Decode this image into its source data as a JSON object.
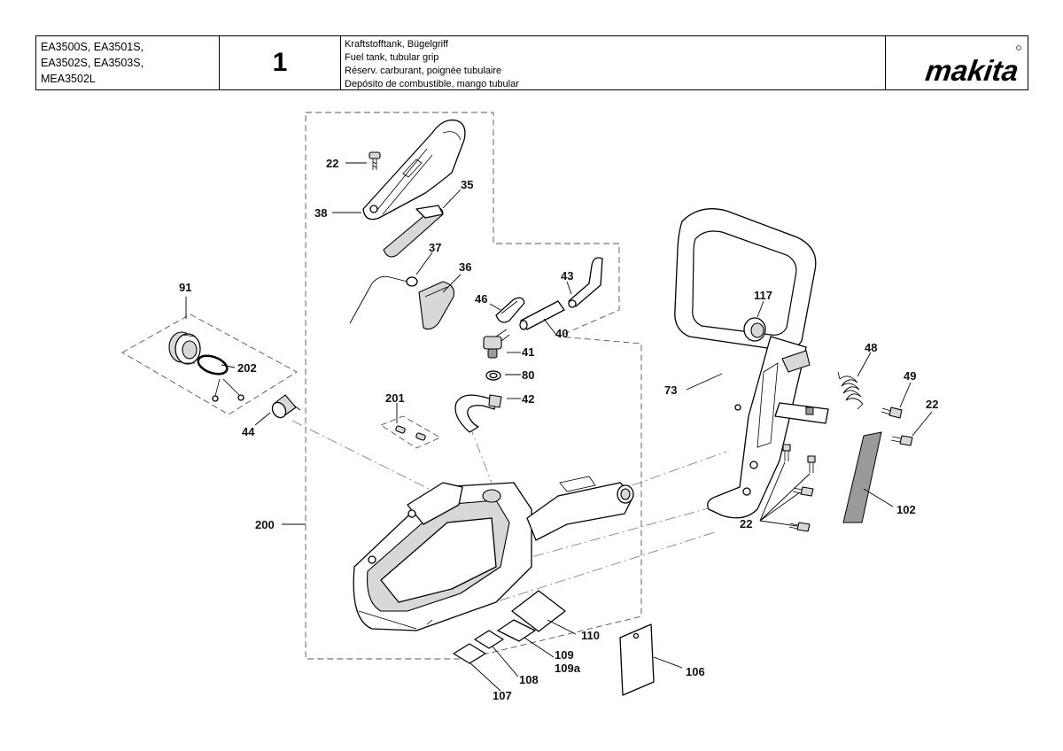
{
  "header": {
    "models": [
      "EA3500S, EA3501S,",
      "EA3502S, EA3503S,",
      "MEA3502L"
    ],
    "page_number": "1",
    "titles": [
      "Kraftstofftank, Bügelgriff",
      "Fuel tank, tubular grip",
      "Réserv. carburant, poignée tubulaire",
      "Depósito de combustible, mango tubular"
    ],
    "brand": "makita"
  },
  "callouts": {
    "c22a": "22",
    "c38": "38",
    "c35": "35",
    "c37": "37",
    "c36": "36",
    "c91": "91",
    "c202": "202",
    "c44": "44",
    "c201": "201",
    "c200": "200",
    "c46": "46",
    "c43": "43",
    "c41": "41",
    "c40": "40",
    "c80": "80",
    "c42": "42",
    "c117": "117",
    "c73": "73",
    "c48": "48",
    "c49": "49",
    "c22b": "22",
    "c22c": "22",
    "c102": "102",
    "c110": "110",
    "c109": "109",
    "c109a": "109a",
    "c108": "108",
    "c107": "107",
    "c106": "106"
  }
}
